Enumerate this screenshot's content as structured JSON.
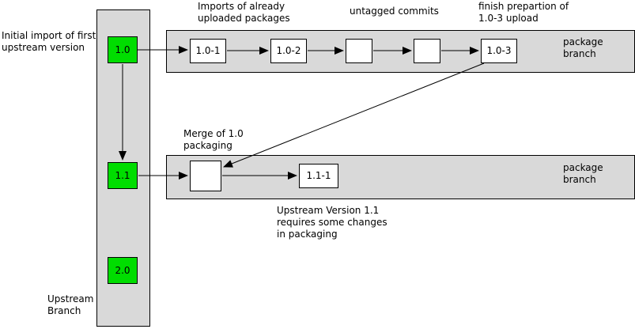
{
  "colors": {
    "branch_band": "#d9d9d9",
    "upstream_node_fill": "#00dd00",
    "commit_node_fill": "#ffffff",
    "line": "#000000"
  },
  "upstream_branch": {
    "label": "Upstream\nBranch",
    "nodes": [
      {
        "label": "1.0"
      },
      {
        "label": "1.1"
      },
      {
        "label": "2.0"
      }
    ]
  },
  "package_branch_1_0": {
    "label": "package\nbranch",
    "commits": [
      {
        "label": "1.0-1"
      },
      {
        "label": "1.0-2"
      },
      {
        "label": ""
      },
      {
        "label": ""
      },
      {
        "label": "1.0-3"
      }
    ]
  },
  "package_branch_1_1": {
    "label": "package\nbranch",
    "commits": [
      {
        "label": ""
      },
      {
        "label": "1.1-1"
      }
    ]
  },
  "annotations": {
    "initial_import": "Initial import of first\nupstream version",
    "imports_uploaded": "Imports of already\nuploaded packages",
    "untagged_commits": "untagged commits",
    "finish_preparation": "finish prepartion of\n1.0-3 upload",
    "merge_packaging": "Merge of 1.0\npackaging",
    "upstream_1_1_changes": "Upstream Version 1.1\nrequires some changes\nin packaging"
  }
}
